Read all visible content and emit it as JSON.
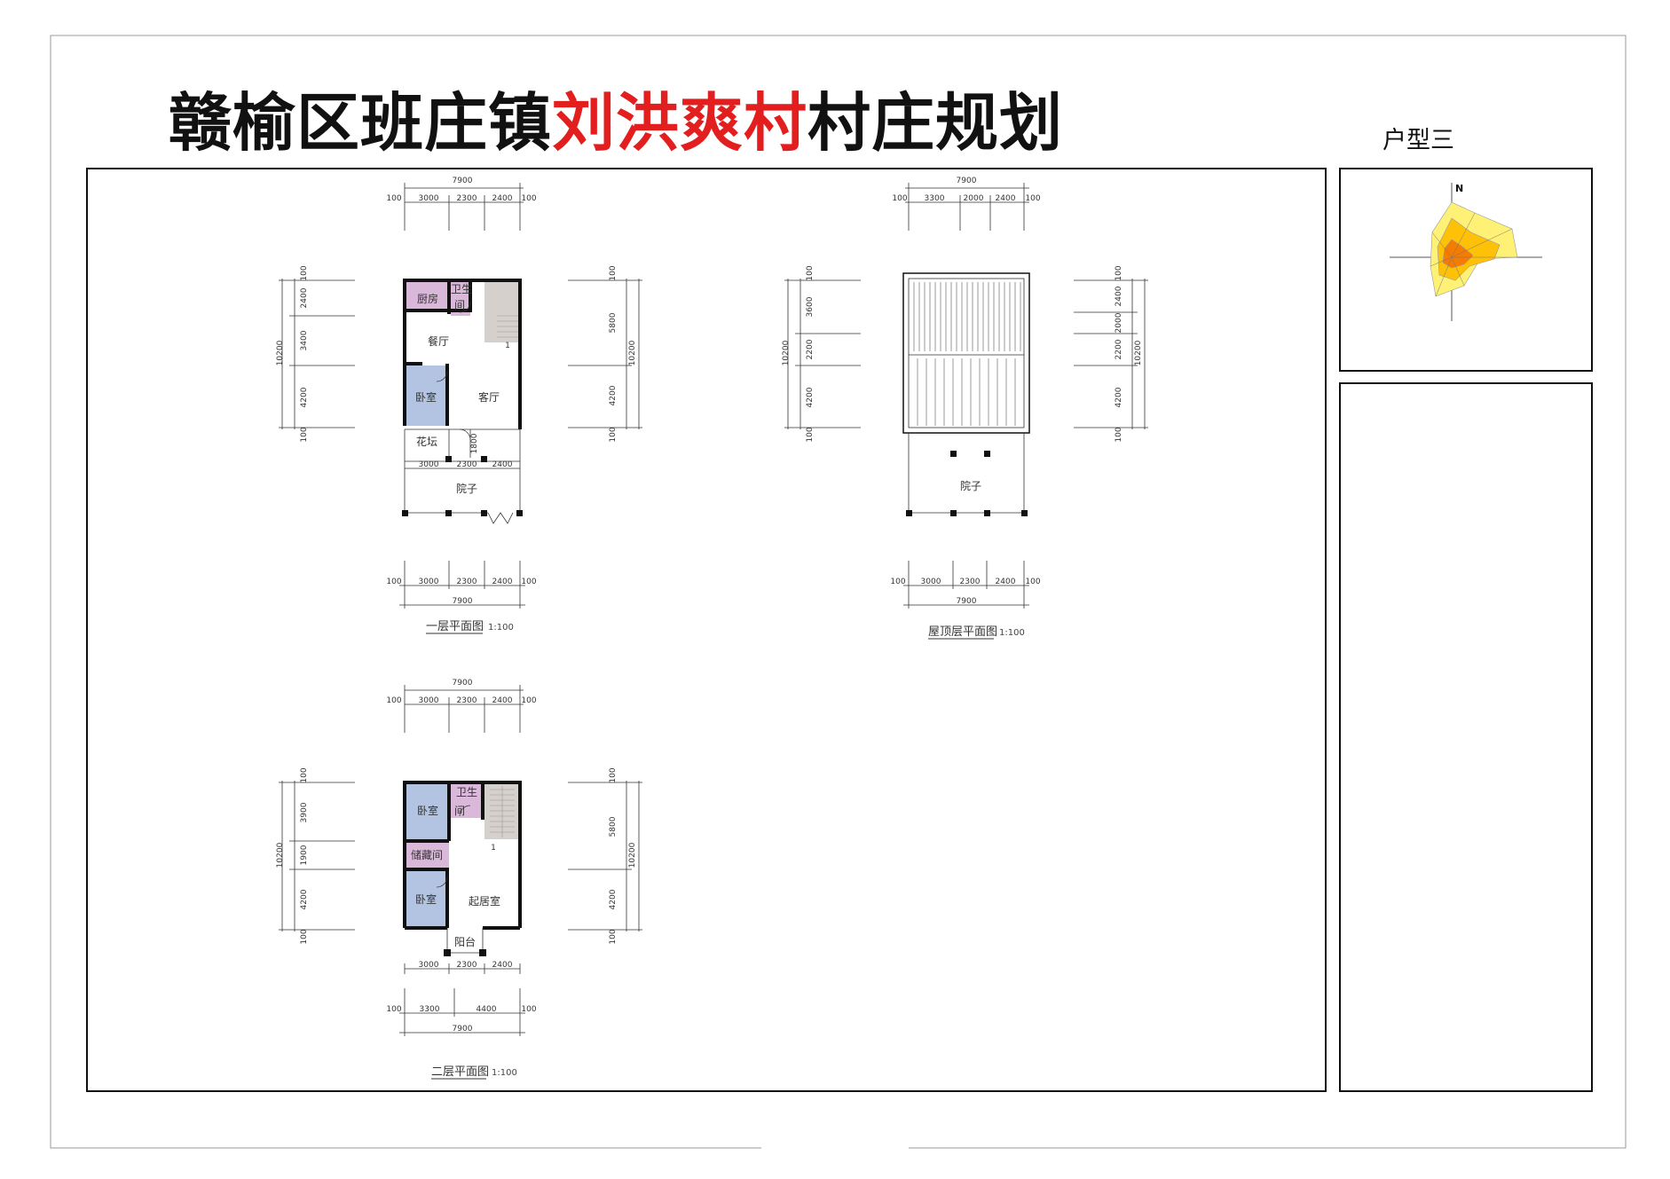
{
  "title": {
    "part1": "赣榆区班庄镇",
    "highlight": "刘洪爽村",
    "part2": "村庄规划"
  },
  "house_type": "户型三",
  "compass": {
    "north": "N"
  },
  "ground_floor": {
    "caption": "一层平面图",
    "scale": "1:100",
    "top_total": "7900",
    "top_dims": [
      "100",
      "3000",
      "2300",
      "2400",
      "100"
    ],
    "left_dims": [
      "100",
      "2400",
      "3400",
      "4200",
      "100"
    ],
    "left_total": "10200",
    "right_dims": [
      "100",
      "5800",
      "4200",
      "100"
    ],
    "right_total": "10200",
    "inner_dims": [
      "3000",
      "2300",
      "2400"
    ],
    "small_dim": "1800",
    "bottom_dims": [
      "100",
      "3000",
      "2300",
      "2400",
      "100"
    ],
    "bottom_total": "7900",
    "rooms": {
      "kitchen": "厨房",
      "toilet_a": "卫生",
      "toilet_b": "间",
      "dining": "餐厅",
      "bedroom": "卧室",
      "living": "客厅",
      "flower_bed": "花坛",
      "yard": "院子",
      "stair_no": "1"
    }
  },
  "roof_floor": {
    "caption": "屋顶层平面图",
    "scale": "1:100",
    "top_total": "7900",
    "top_dims": [
      "100",
      "3300",
      "2000",
      "2400",
      "100"
    ],
    "left_dims": [
      "100",
      "3600",
      "2200",
      "4200",
      "100"
    ],
    "left_total": "10200",
    "right_dims": [
      "100",
      "2400",
      "2000",
      "2200",
      "4200",
      "100"
    ],
    "right_total": "10200",
    "bottom_dims": [
      "100",
      "3000",
      "2300",
      "2400",
      "100"
    ],
    "bottom_total": "7900",
    "rooms": {
      "yard": "院子"
    }
  },
  "second_floor": {
    "caption": "二层平面图",
    "scale": "1:100",
    "top_total": "7900",
    "top_dims": [
      "100",
      "3000",
      "2300",
      "2400",
      "100"
    ],
    "left_dims": [
      "100",
      "3900",
      "1900",
      "4200",
      "100"
    ],
    "left_total": "10200",
    "right_dims": [
      "100",
      "5800",
      "4200",
      "100"
    ],
    "right_total": "10200",
    "inner_dims": [
      "3000",
      "2300",
      "2400"
    ],
    "bottom_dims": [
      "100",
      "3300",
      "4400",
      "100"
    ],
    "bottom_total": "7900",
    "rooms": {
      "bedroom_a": "卧室",
      "toilet_a": "卫生",
      "toilet_b": "间",
      "storage": "储藏间",
      "bedroom_b": "卧室",
      "family": "起居室",
      "balcony": "阳台",
      "stair_no": "1"
    }
  },
  "colors": {
    "title_highlight": "#e31e1e",
    "bedroom_fill": "#b3c4e3",
    "wet_fill": "#d9b8d9",
    "stair_fill": "#d6d0cd",
    "wind_outer": "#fff176",
    "wind_mid": "#ffc107",
    "wind_inner": "#f57c00"
  }
}
